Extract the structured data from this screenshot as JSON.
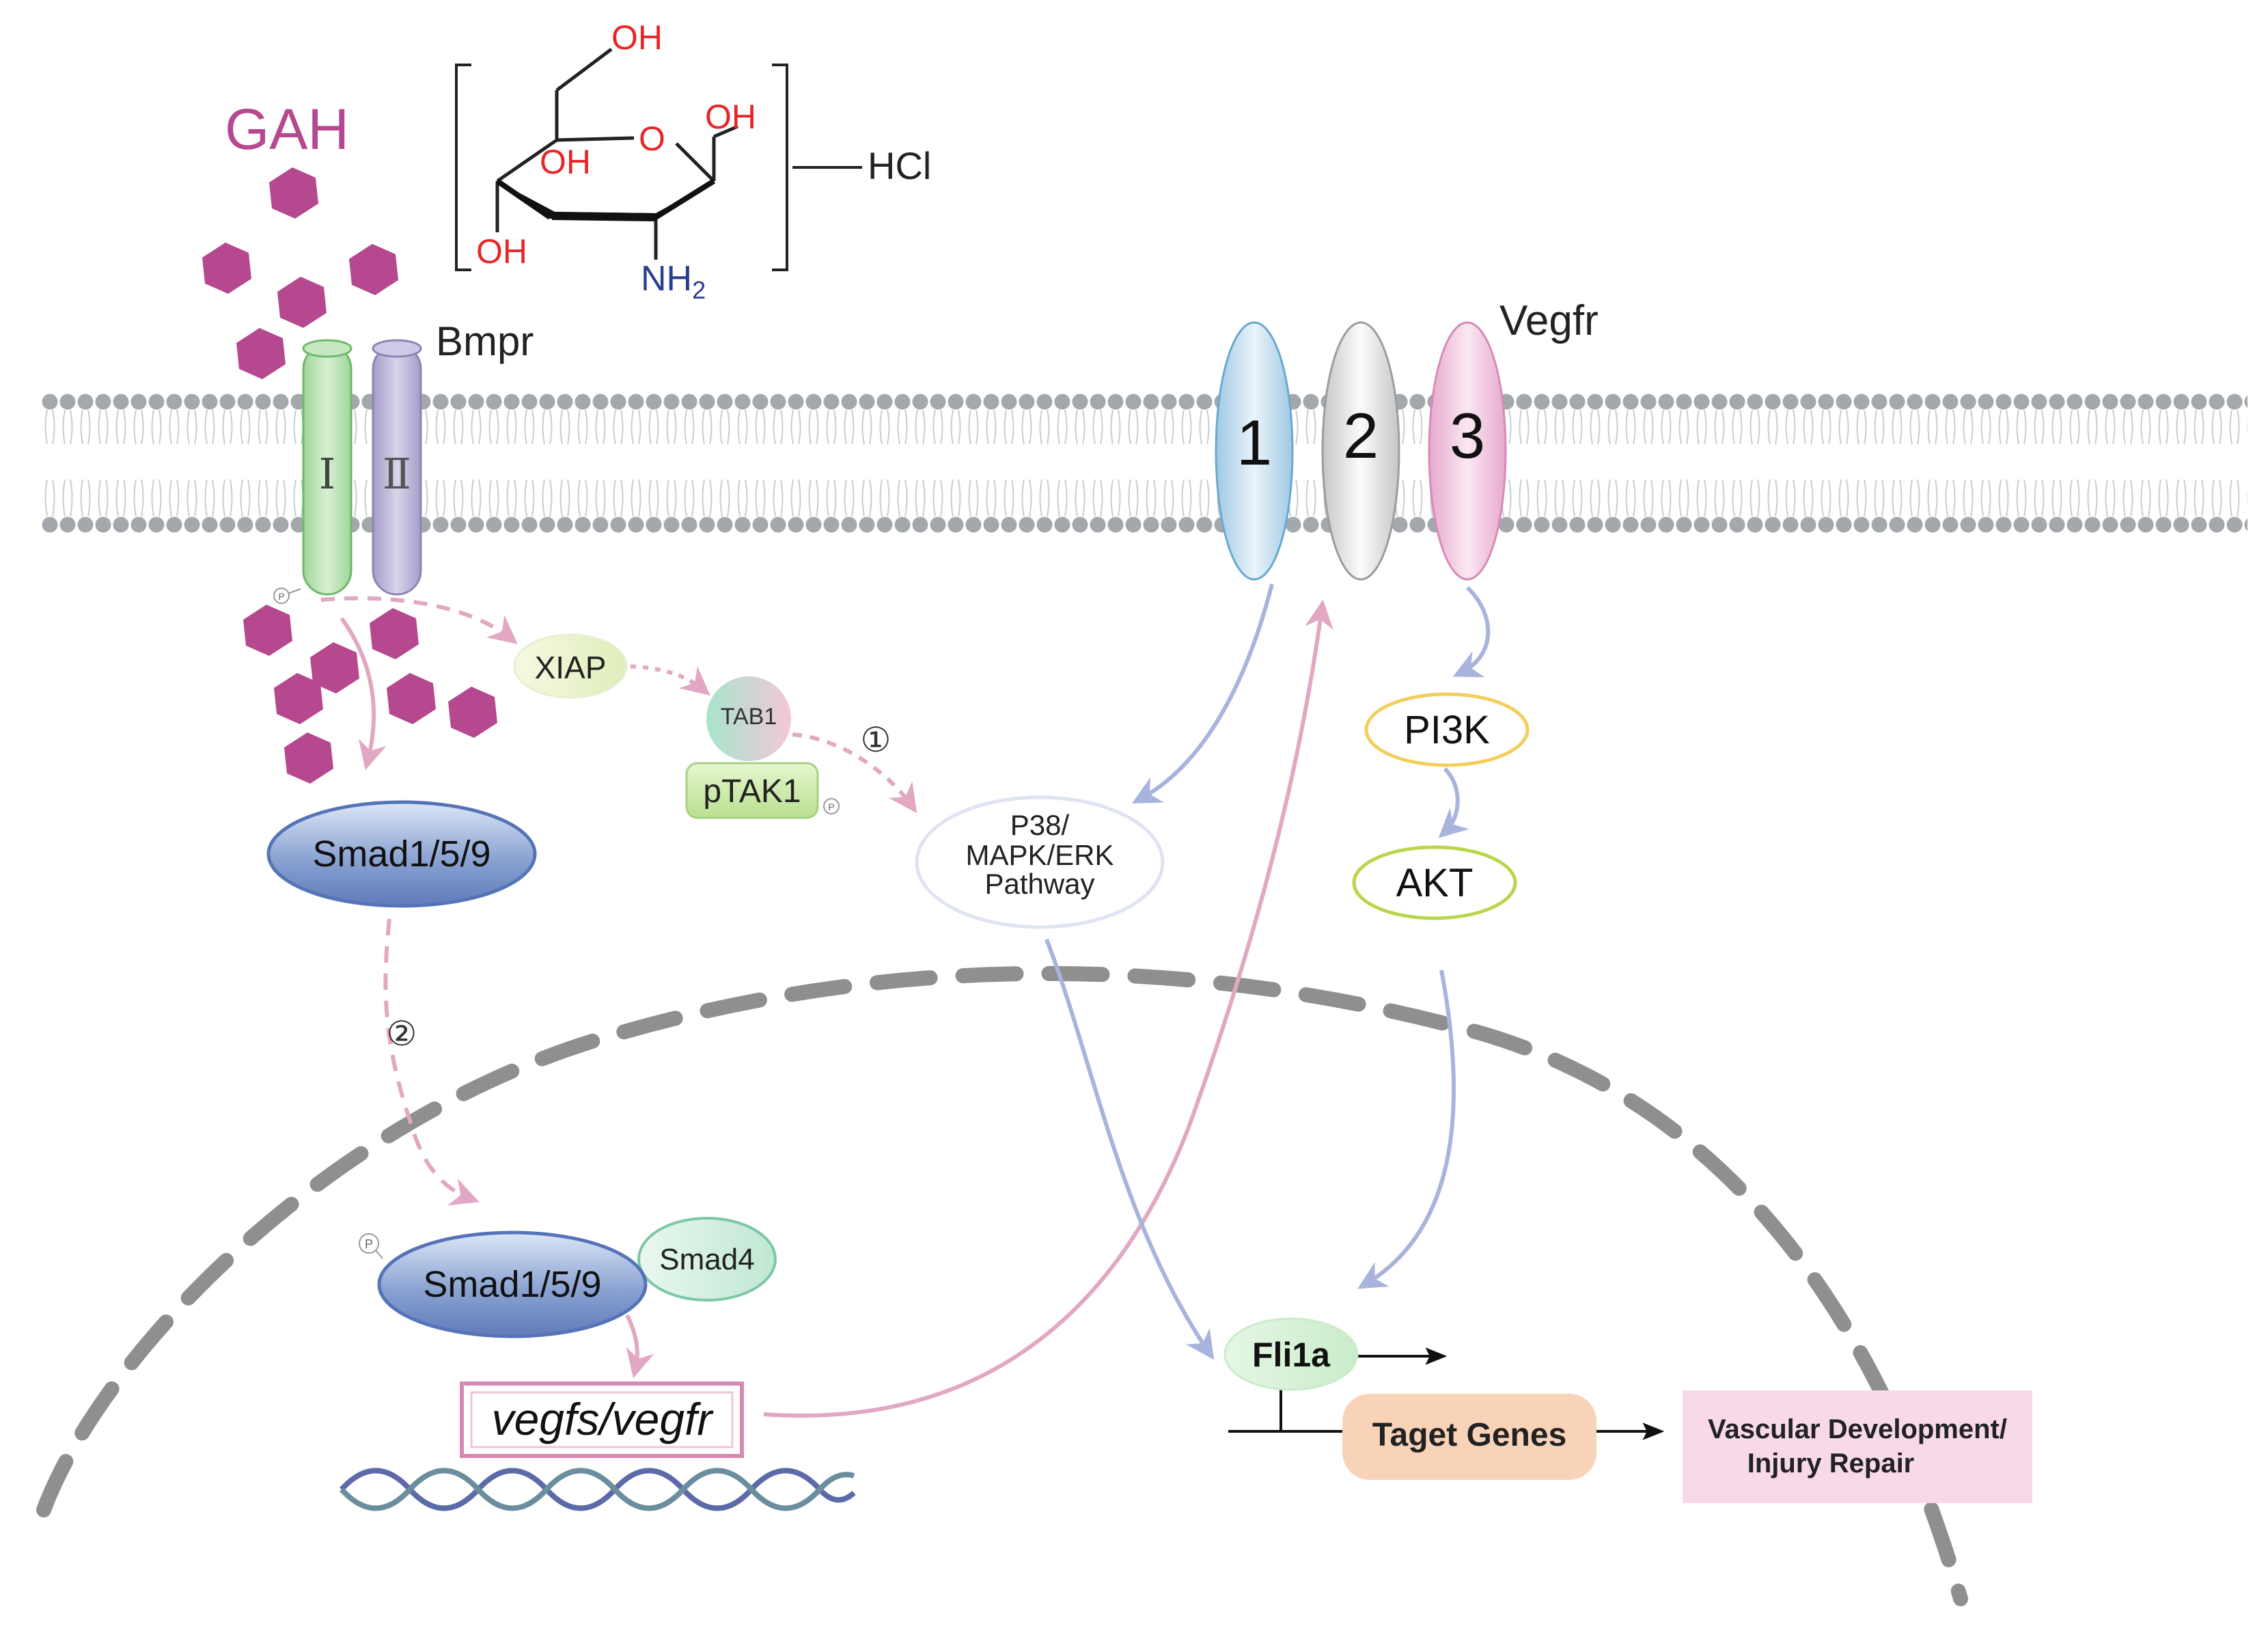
{
  "ligand": {
    "name": "GAH",
    "salt": "HCl",
    "atoms": {
      "oh": "OH",
      "o": "O",
      "nh2": "NH",
      "nh2_sub": "2"
    }
  },
  "bmpr": {
    "name": "Bmpr",
    "type1": "Ⅰ",
    "type2": "Ⅱ"
  },
  "vegfr": {
    "name": "Vegfr",
    "r1": "1",
    "r2": "2",
    "r3": "3"
  },
  "phospho": "P",
  "nodes": {
    "xiap": "XIAP",
    "tab1": "TAB1",
    "ptak1": "pTAK1",
    "mapk": [
      "P38/",
      "MAPK/ERK",
      "Pathway"
    ],
    "pi3k": "PI3K",
    "akt": "AKT",
    "smad_cyto": "Smad1/5/9",
    "smad_nuc": "Smad1/5/9",
    "smad4": "Smad4",
    "gene": "vegfs/vegfr",
    "fli1a": "Fli1a",
    "target_genes": "Taget Genes",
    "outcome": [
      "Vascular Development/",
      "Injury Repair"
    ]
  },
  "steps": {
    "s1": "①",
    "s2": "②"
  },
  "colors": {
    "gah": "#b5488f",
    "pink_arrow": "#e2a7c3",
    "blue_arrow": "#a9b4dc",
    "membrane": "#9ea3aa",
    "nucleus": "#8f8f8f",
    "oxygen": "#e8262a",
    "nitrogen": "#2b3d8f"
  }
}
